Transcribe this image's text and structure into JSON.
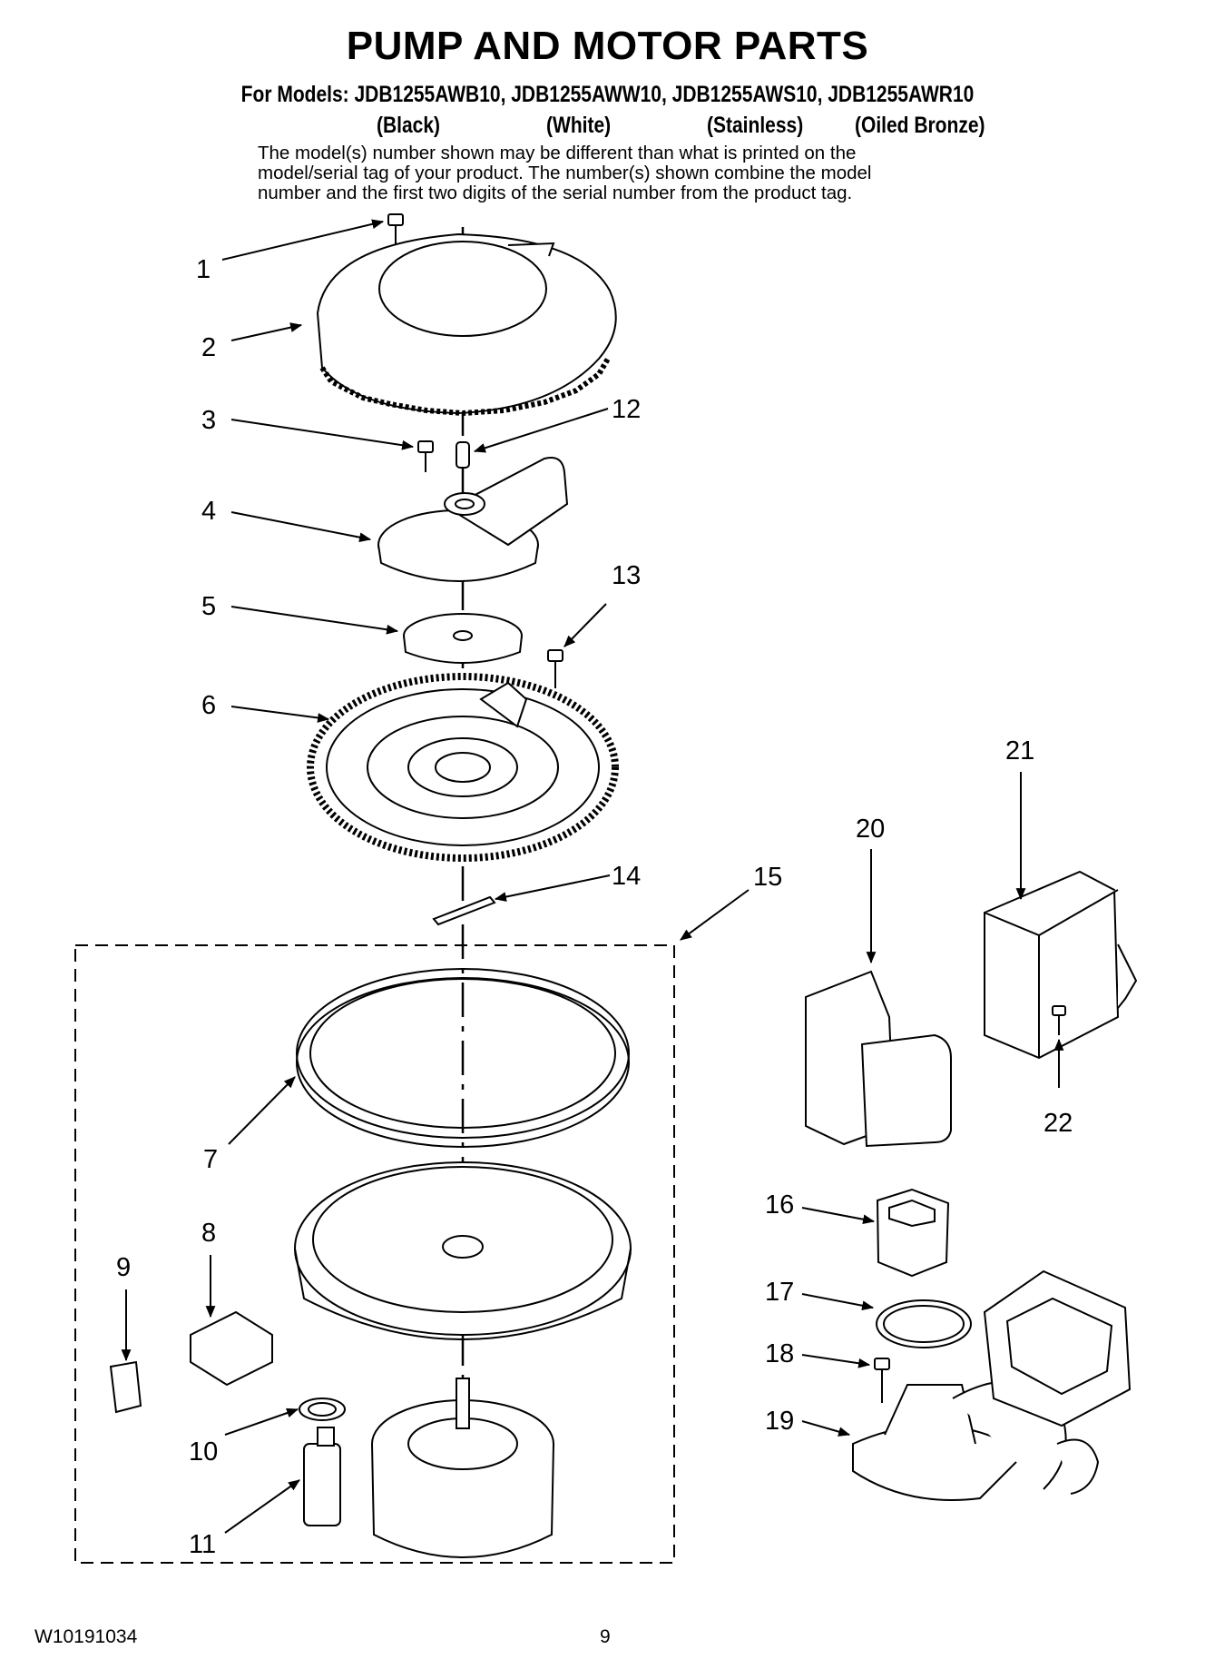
{
  "header": {
    "title": "PUMP AND MOTOR PARTS",
    "models_line": "For Models: JDB1255AWB10, JDB1255AWW10, JDB1255AWS10, JDB1255AWR10",
    "finishes": [
      "(Black)",
      "(White)",
      "(Stainless)",
      "(Oiled Bronze)"
    ],
    "note_lines": [
      "The model(s) number shown may be different than what is printed on the",
      "model/serial tag of your product. The number(s) shown combine the model",
      "number and the first two digits of the serial number from the product tag."
    ]
  },
  "callouts": [
    "1",
    "2",
    "3",
    "4",
    "5",
    "6",
    "7",
    "8",
    "9",
    "10",
    "11",
    "12",
    "13",
    "14",
    "15",
    "16",
    "17",
    "18",
    "19",
    "20",
    "21",
    "22"
  ],
  "footer": {
    "doc_number": "W10191034",
    "page_number": "9"
  }
}
